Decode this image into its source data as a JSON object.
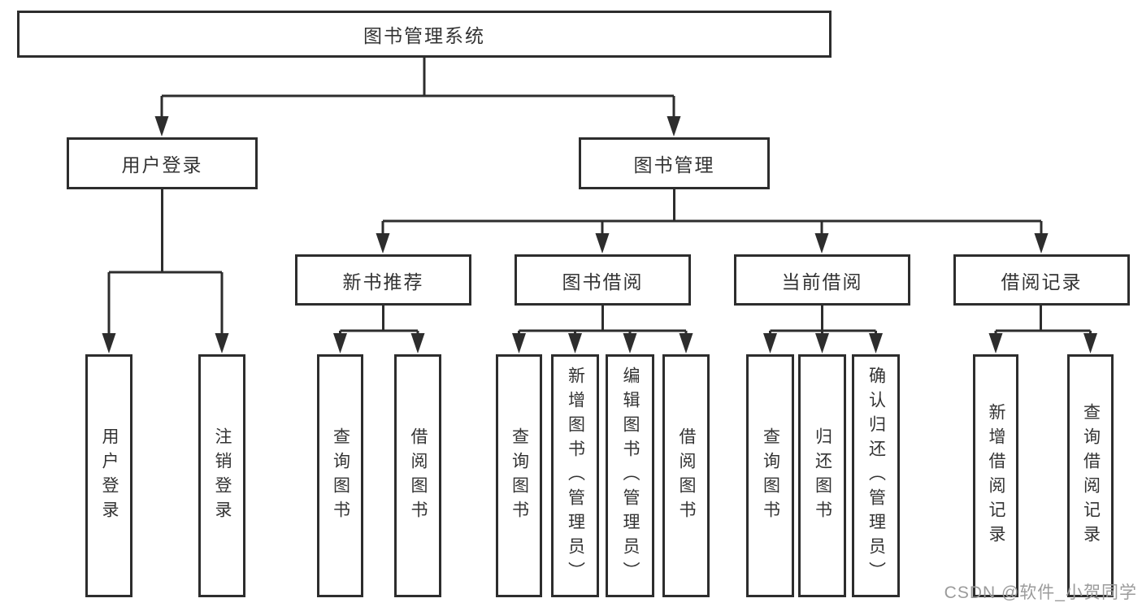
{
  "tree": {
    "label": "图书管理系统",
    "children": [
      {
        "label": "用户登录",
        "children": [
          {
            "label": "用户登录"
          },
          {
            "label": "注销登录"
          }
        ]
      },
      {
        "label": "图书管理",
        "children": [
          {
            "label": "新书推荐",
            "children": [
              {
                "label": "查询图书"
              },
              {
                "label": "借阅图书"
              }
            ]
          },
          {
            "label": "图书借阅",
            "children": [
              {
                "label": "查询图书"
              },
              {
                "label": "新增图书（管理员）"
              },
              {
                "label": "编辑图书（管理员）"
              },
              {
                "label": "借阅图书"
              }
            ]
          },
          {
            "label": "当前借阅",
            "children": [
              {
                "label": "查询图书"
              },
              {
                "label": "归还图书"
              },
              {
                "label": "确认归还（管理员）"
              }
            ]
          },
          {
            "label": "借阅记录",
            "children": [
              {
                "label": "新增借阅记录"
              },
              {
                "label": "查询借阅记录"
              }
            ]
          }
        ]
      }
    ]
  },
  "watermark": "CSDN @软件_小贺同学",
  "colors": {
    "line": "#2d2d2d",
    "box_border": "#2d2d2d",
    "text": "#333333",
    "watermark": "#9b9b9b",
    "background": "#ffffff"
  }
}
